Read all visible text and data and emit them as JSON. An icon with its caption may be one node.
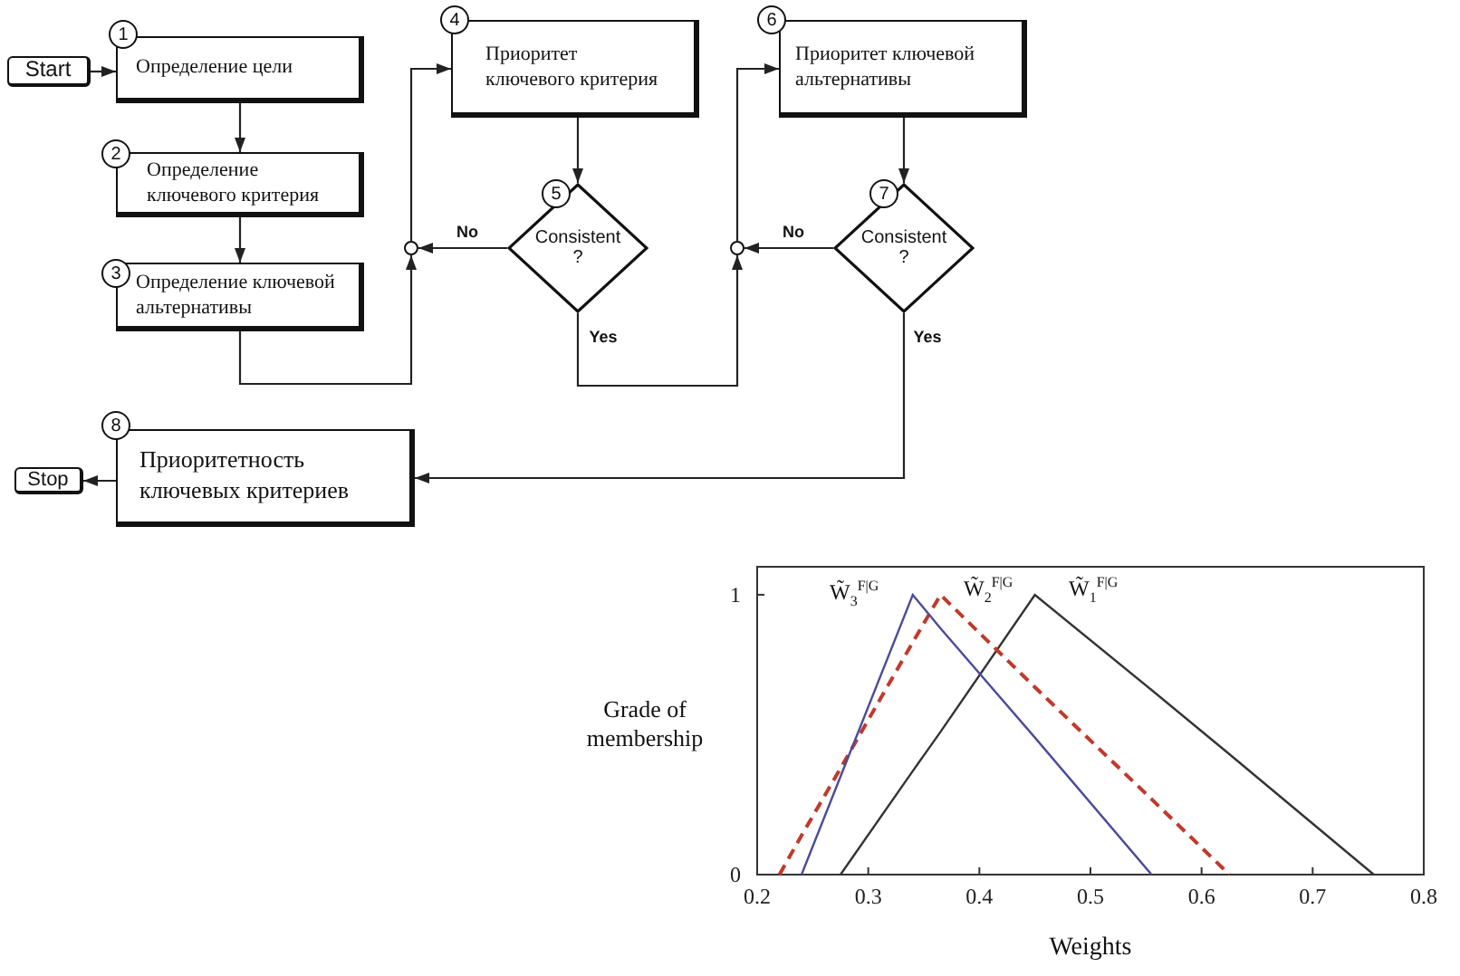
{
  "diagram": {
    "nodes": [
      {
        "text": [
          "Start"
        ]
      },
      {
        "text": [
          "Определение цели"
        ],
        "beside": [
          "1"
        ]
      },
      {
        "text": [
          "Определение ключевого критерия"
        ],
        "beside": [
          "2"
        ]
      },
      {
        "text": [
          "Определение ключевой альтернативы"
        ],
        "beside": [
          "3"
        ]
      },
      {
        "text": [],
        "shape": "circle"
      },
      {
        "text": [
          "Приоритет ключевого критерия"
        ],
        "beside": [
          "4"
        ]
      },
      {
        "text": [
          "Consistent ?"
        ],
        "beside": [
          "5"
        ]
      },
      {
        "text": [],
        "shape": "circle"
      },
      {
        "text": [
          "Приоритет ключевой альтернативы"
        ],
        "beside": [
          "6"
        ]
      },
      {
        "text": [
          "Consistent ?"
        ],
        "beside": [
          "7"
        ]
      },
      {
        "text": [
          "Приоритетность ключевых критериев"
        ],
        "beside": [
          "8"
        ]
      },
      {
        "text": [
          "Stop"
        ]
      }
    ],
    "edges": [
      {
        "from": 0,
        "to": 1,
        "arrow": "to"
      },
      {
        "from": 1,
        "to": 2,
        "arrow": "to"
      },
      {
        "from": 2,
        "to": 3,
        "arrow": "to"
      },
      {
        "from": 3,
        "to": 4,
        "arrow": "to"
      },
      {
        "from": 6,
        "to": 4,
        "arrow": "to",
        "label": "No"
      },
      {
        "from": 4,
        "to": 5,
        "arrow": "to"
      },
      {
        "from": 5,
        "to": 6,
        "arrow": "to"
      },
      {
        "from": 6,
        "to": 7,
        "arrow": "to",
        "label": "Yes"
      },
      {
        "from": 9,
        "to": 7,
        "arrow": "to",
        "label": "No"
      },
      {
        "from": 7,
        "to": 8,
        "arrow": "to"
      },
      {
        "from": 8,
        "to": 9,
        "arrow": "to"
      },
      {
        "from": 9,
        "to": 10,
        "arrow": "to",
        "label": "Yes"
      },
      {
        "from": 10,
        "to": 11,
        "arrow": "to"
      }
    ],
    "chart_data": {
      "type": "line",
      "xlabel": "Weights",
      "ylabel": "Grade of membership",
      "x": [
        0.22,
        0.24,
        0.275,
        0.34,
        0.365,
        0.45,
        0.555,
        0.625,
        0.755
      ],
      "series": [
        {
          "name": "W̃$_{1}$$^{F|G}$",
          "color": "#333333",
          "values": [
            null,
            null,
            0,
            0.37,
            0.51,
            1,
            0.66,
            0.43,
            0
          ]
        },
        {
          "name": "W̃$_{2}$$^{F|G}$",
          "color": "#c0392b",
          "line_style": "dashed",
          "values": [
            0,
            0.14,
            0.38,
            0.83,
            1,
            0.67,
            0.27,
            0,
            null
          ]
        },
        {
          "name": "W̃$_{3}$$^{F|G}$",
          "color": "#4b4b9b",
          "values": [
            null,
            0,
            0.35,
            1,
            0.88,
            0.49,
            0,
            null,
            null
          ]
        }
      ],
      "xlim": [
        0.2,
        0.8
      ],
      "ylim": [
        0,
        1.1
      ],
      "xticks": [
        0.2,
        0.3,
        0.4,
        0.5,
        0.6,
        0.7,
        0.8
      ],
      "yticks": [
        0,
        1
      ]
    }
  }
}
